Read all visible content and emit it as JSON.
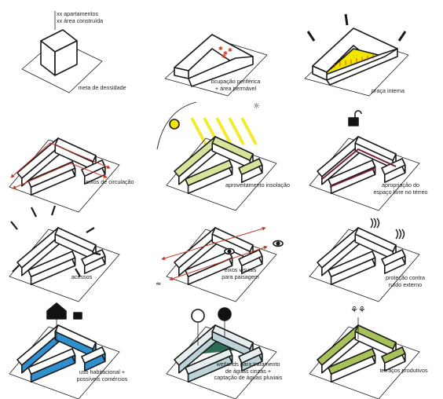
{
  "panels": [
    {
      "label": "xx apartamentos\nxx área construída",
      "sub": "meta de densidade"
    },
    {
      "label": "ocupação periférica\n+ área permável"
    },
    {
      "label": "praça interna"
    },
    {
      "label": "eixos de circulação"
    },
    {
      "label": "aproveitamento insolação"
    },
    {
      "label": "apropriação do\nespaço livre no térreo"
    },
    {
      "label": "acessos"
    },
    {
      "label": "eixos visuais\npara paisagem"
    },
    {
      "label": "proteção contra\nruído externo"
    },
    {
      "label": "uso habitacional +\npossíveis comércios"
    },
    {
      "label": "wetlands para tratamento\nde águas cinzas +\ncaptação de águas pluviais"
    },
    {
      "label": "terraços produtivos"
    }
  ],
  "colors": {
    "line": "#1a1a1a",
    "yellow": "#f2e600",
    "red_arrow": "#c0392b",
    "sun_green": "#d8e39a",
    "maroon": "#7a1d3a",
    "blue": "#2f8fcf",
    "wetland": "#2e6b55",
    "green": "#a8c25a"
  },
  "icons": [
    "sun-icon",
    "open-lock-icon",
    "eye-icon",
    "wave-icon",
    "house-icon",
    "briefcase-icon",
    "recycle-icon",
    "rain-icon",
    "sprout-icon"
  ]
}
